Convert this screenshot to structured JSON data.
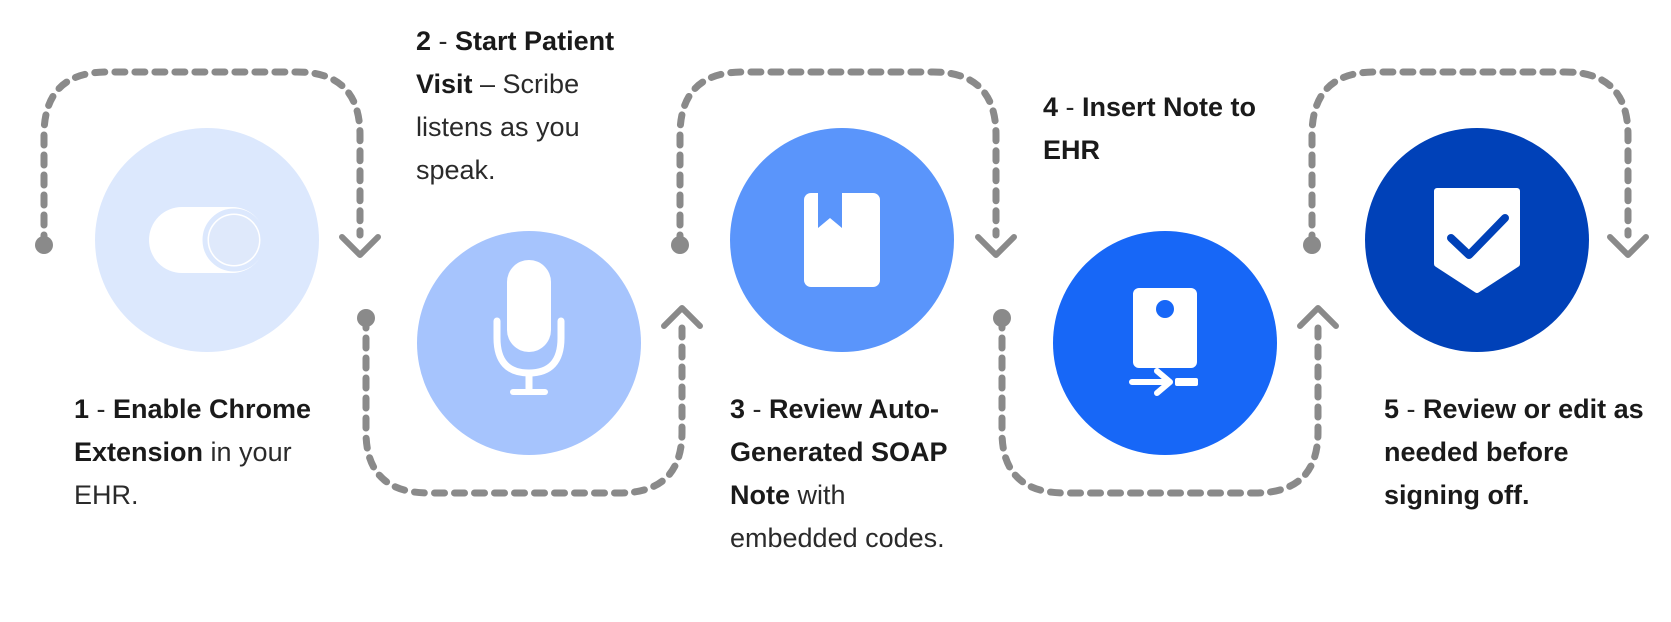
{
  "steps": [
    {
      "number": "1",
      "sep": " - ",
      "bold": "Enable Chrome Extension",
      "rest": " in your EHR.",
      "icon": "toggle-switch-icon",
      "color": "#dce8fd"
    },
    {
      "number": "2",
      "sep": " - ",
      "bold": "Start Patient Visit",
      "rest": " – Scribe listens as you speak.",
      "icon": "microphone-icon",
      "color": "#a6c4fd"
    },
    {
      "number": "3",
      "sep": " - ",
      "bold": "Review Auto-Generated SOAP Note",
      "rest": " with embedded codes.",
      "icon": "bookmark-book-icon",
      "color": "#5a95fb"
    },
    {
      "number": "4",
      "sep": " - ",
      "bold": "Insert Note to EHR",
      "rest": "",
      "icon": "insert-device-icon",
      "color": "#1767f7"
    },
    {
      "number": "5",
      "sep": " - ",
      "bold": "Review or edit as needed before signing off.",
      "rest": "",
      "icon": "shield-check-icon",
      "color": "#0041b8"
    }
  ],
  "connector_color": "#8a8a8a"
}
